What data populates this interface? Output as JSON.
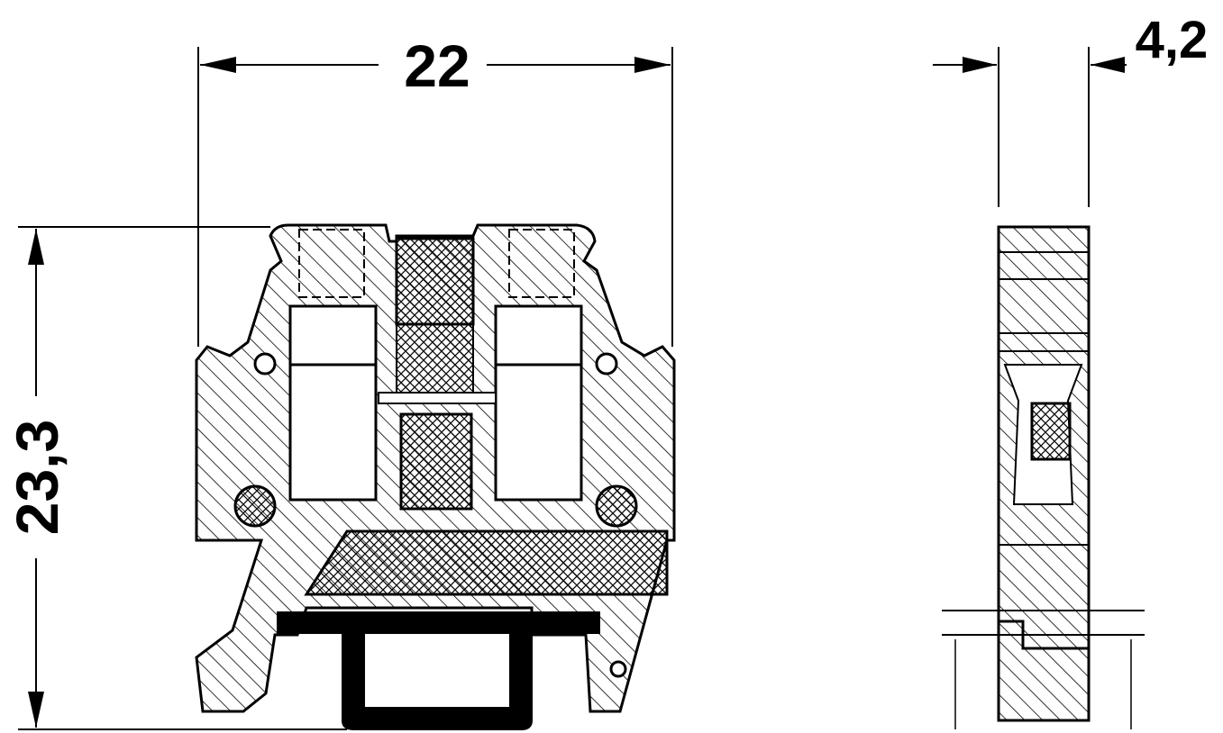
{
  "dimensions": {
    "width_label": "22",
    "height_label": "23,3",
    "thickness_label": "4,2"
  },
  "colors": {
    "line": "#000000",
    "background": "#ffffff"
  }
}
